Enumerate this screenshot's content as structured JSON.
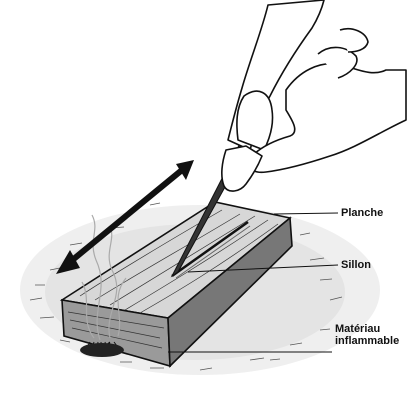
{
  "labels": {
    "board": "Planche",
    "groove": "Sillon",
    "tinder_line1": "Matériau",
    "tinder_line2": "inflammable"
  },
  "colors": {
    "ink": "#111111",
    "ground_shadow": "#e4e4e4",
    "board_top": "#d7d7d7",
    "board_front": "#9a9a9a",
    "board_side": "#777777"
  },
  "icons": [
    "double-arrow-icon",
    "hand-icon",
    "stick-icon",
    "smoke-icon",
    "tinder-icon"
  ]
}
